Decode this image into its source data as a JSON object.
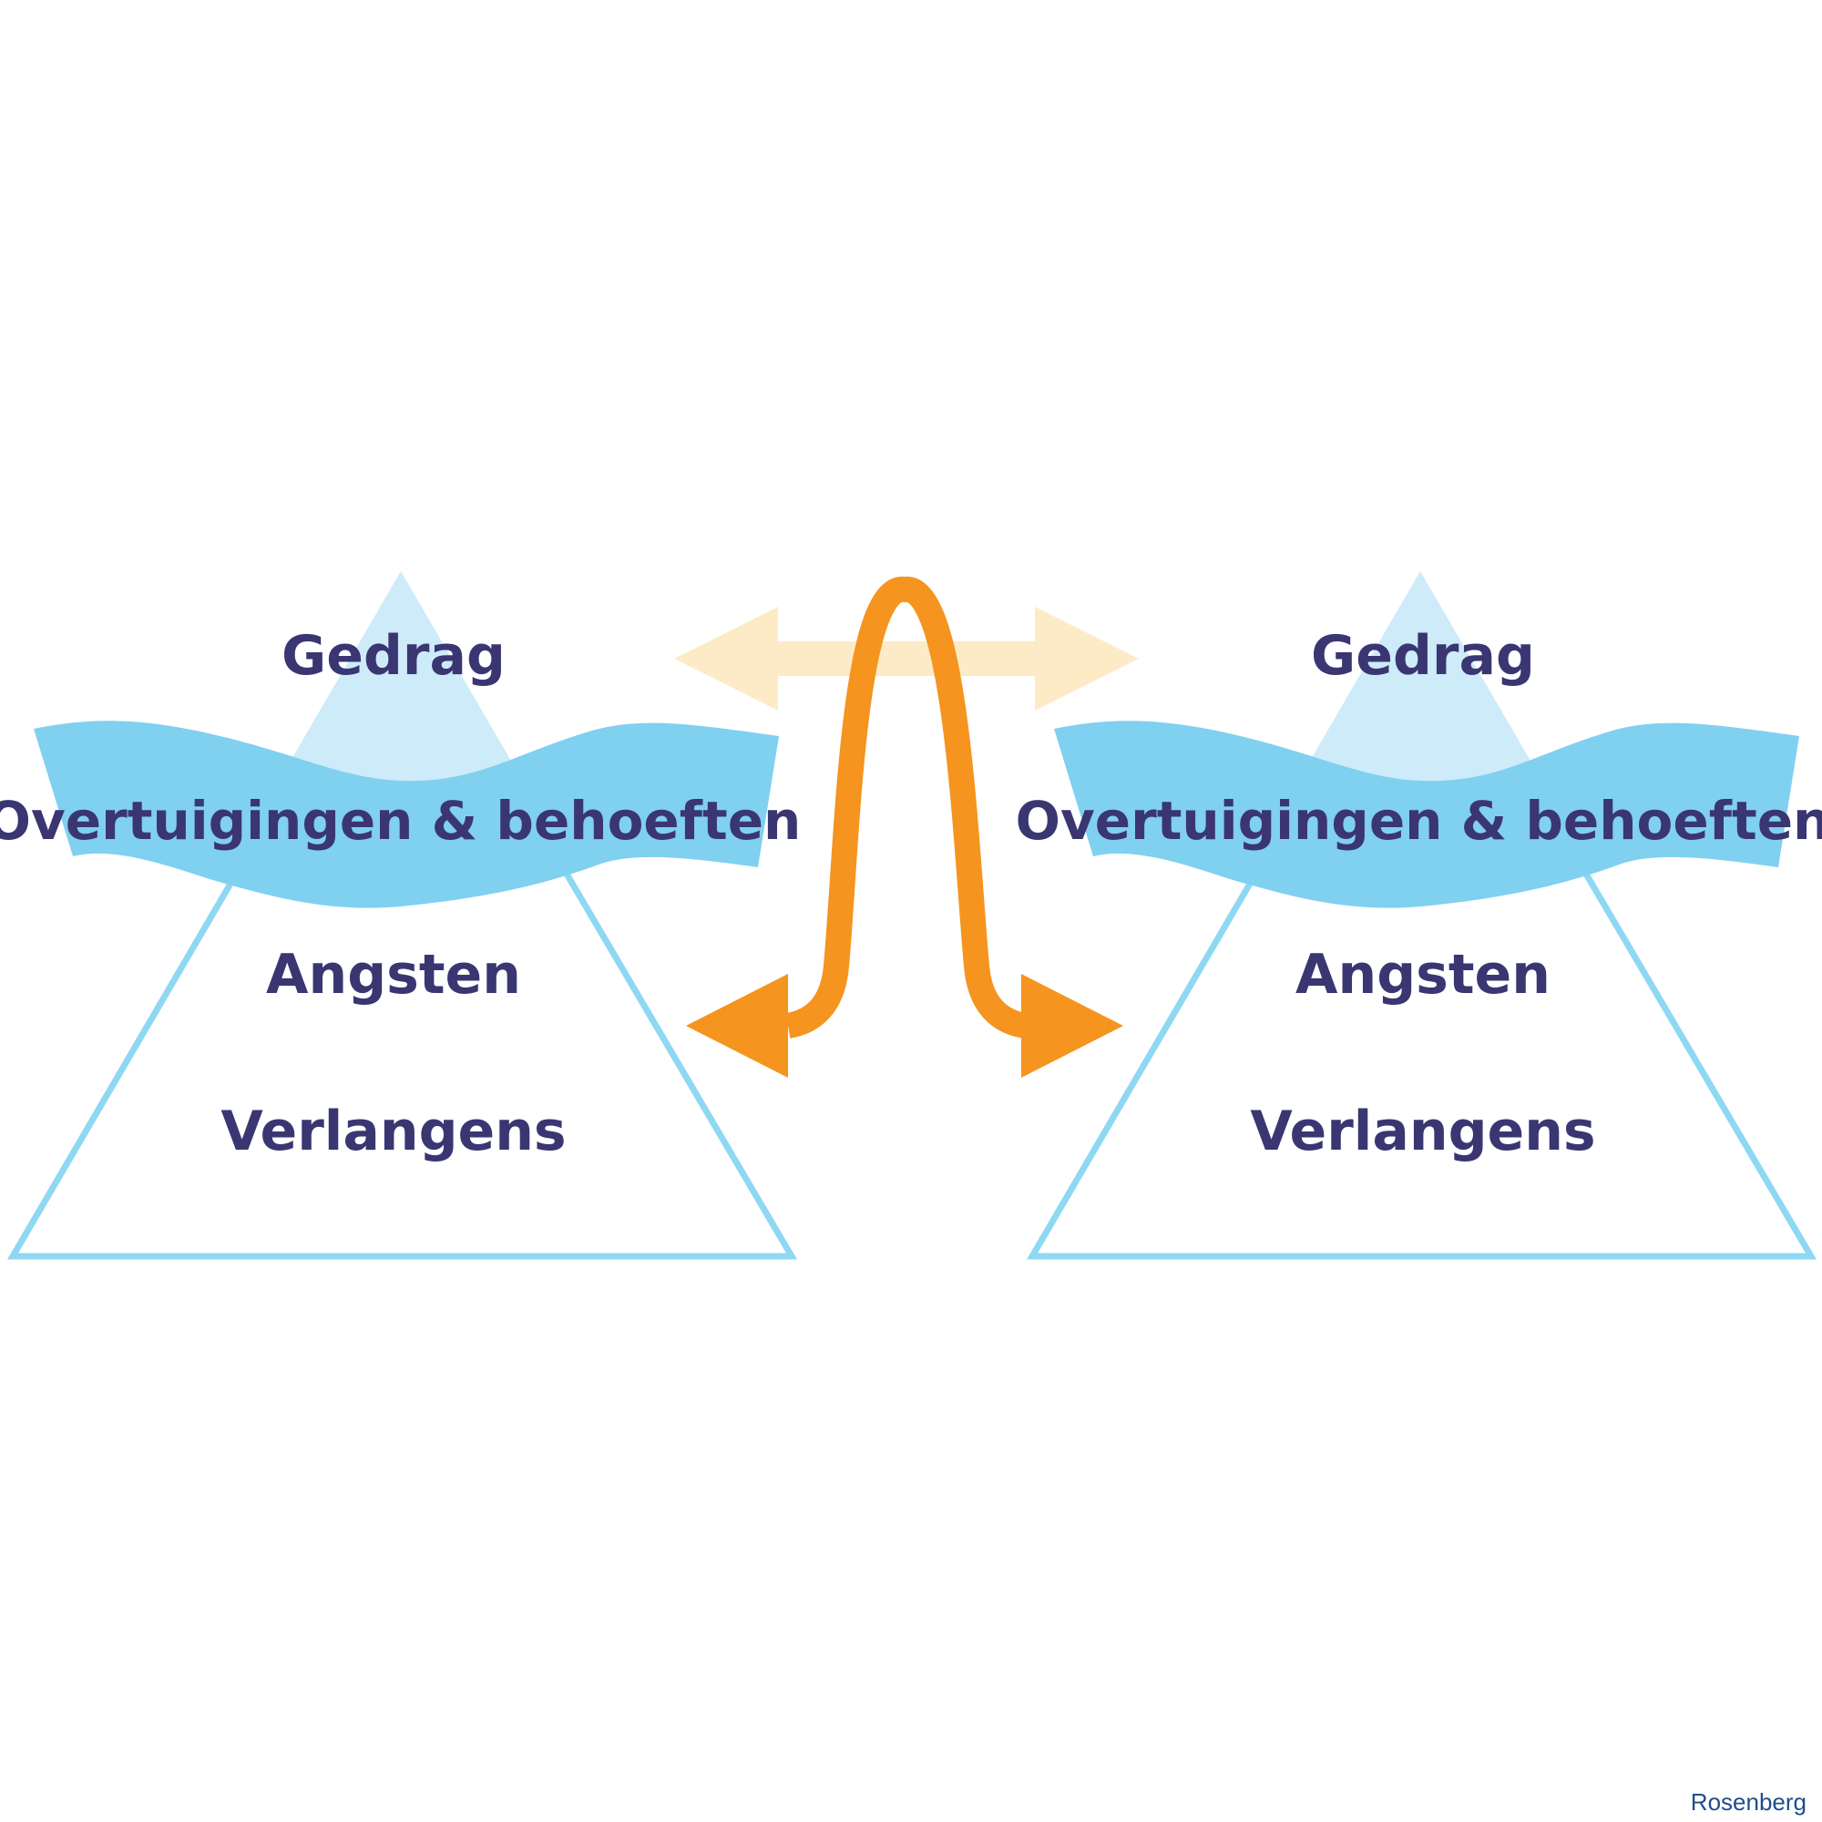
{
  "left_iceberg": {
    "top_label": "Gedrag",
    "water_label": "Overtuigingen & behoeften",
    "mid_label": "Angsten",
    "bottom_label": "Verlangens"
  },
  "right_iceberg": {
    "top_label": "Gedrag",
    "water_label": "Overtuigingen & behoeften",
    "mid_label": "Angsten",
    "bottom_label": "Verlangens"
  },
  "credit": "Rosenberg",
  "colors": {
    "ice_light": "#cdebf9",
    "water": "#80d0f0",
    "outline": "#8ed8f4",
    "text": "#3a3672",
    "orange": "#f5941e",
    "orange_faded": "#fdebc8",
    "credit": "#1f4e8c"
  }
}
